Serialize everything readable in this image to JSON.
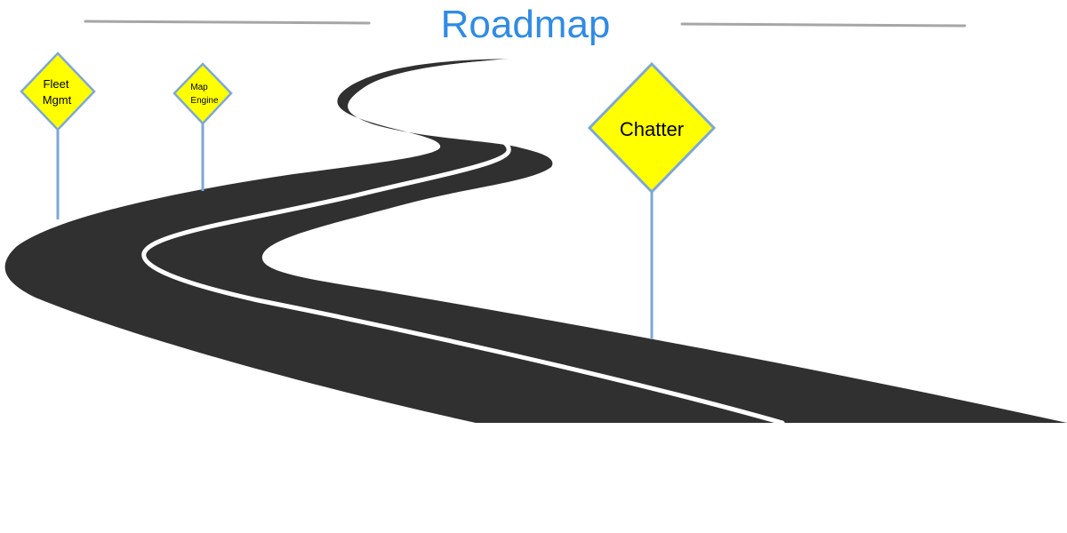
{
  "title": "Roadmap",
  "colors": {
    "title": "#2f8be6",
    "rule": "#a6a6a6",
    "road": "#303030",
    "lane": "#ffffff",
    "sign_fill": "#ffff00",
    "sign_border": "#7da7d9",
    "post": "#7da7d9",
    "sign_text": "#000000"
  },
  "signs": [
    {
      "label_lines": [
        "Fleet",
        "Mgmt"
      ],
      "icon": "diamond-road-sign"
    },
    {
      "label_lines": [
        "Map",
        "Engine"
      ],
      "icon": "diamond-road-sign"
    },
    {
      "label_lines": [
        "Chatter"
      ],
      "icon": "diamond-road-sign"
    }
  ]
}
